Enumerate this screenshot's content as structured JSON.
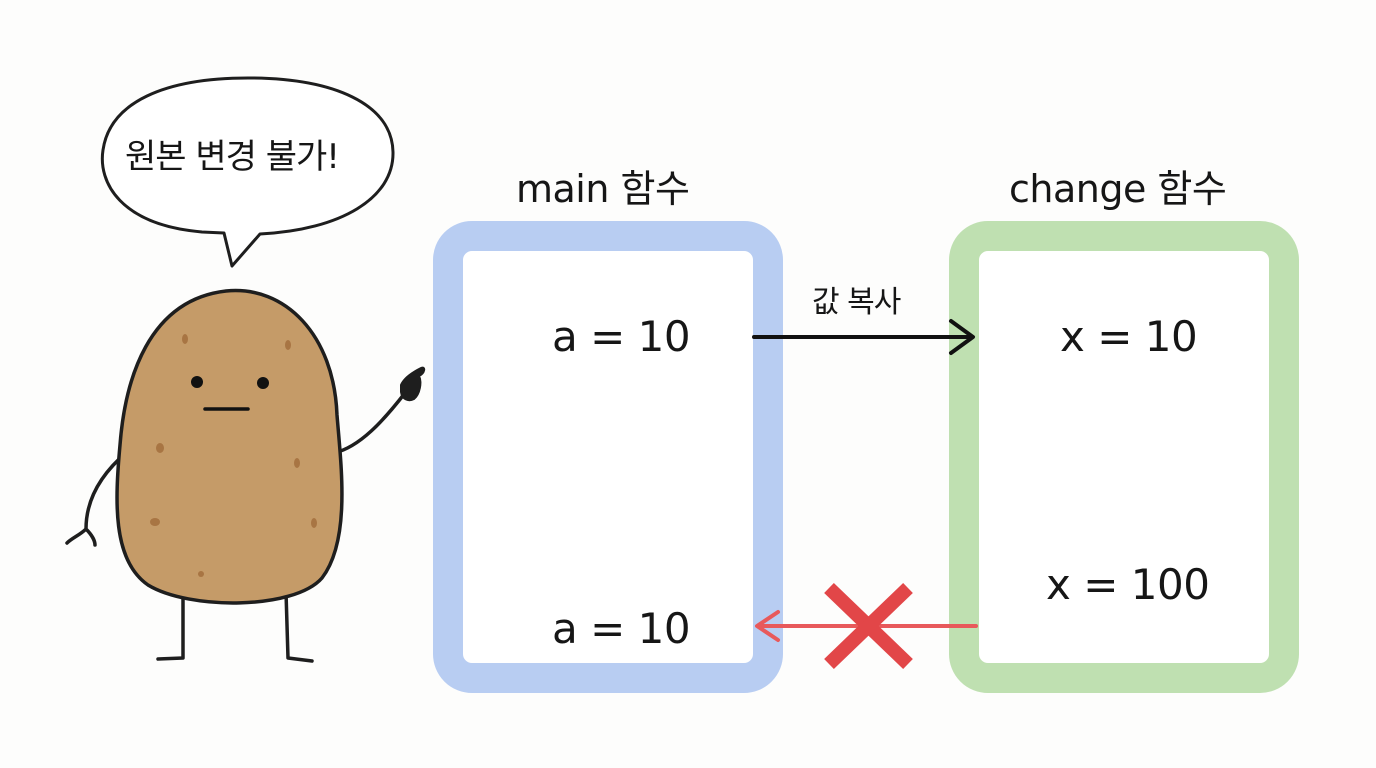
{
  "bubble": {
    "text": "원본 변경 불가!"
  },
  "main_box": {
    "title": "main 함수",
    "top_value": "a = 10",
    "bottom_value": "a = 10",
    "border_color": "#b8cdf2"
  },
  "change_box": {
    "title": "change 함수",
    "top_value": "x = 10",
    "bottom_value": "x = 100",
    "border_color": "#bfe0b1"
  },
  "copy_arrow": {
    "label": "값 복사",
    "color": "#111111"
  },
  "blocked_arrow": {
    "color": "#e8595b",
    "cross_color": "#e24648"
  },
  "character": {
    "name": "potato-character",
    "body_color": "#c59b68"
  }
}
